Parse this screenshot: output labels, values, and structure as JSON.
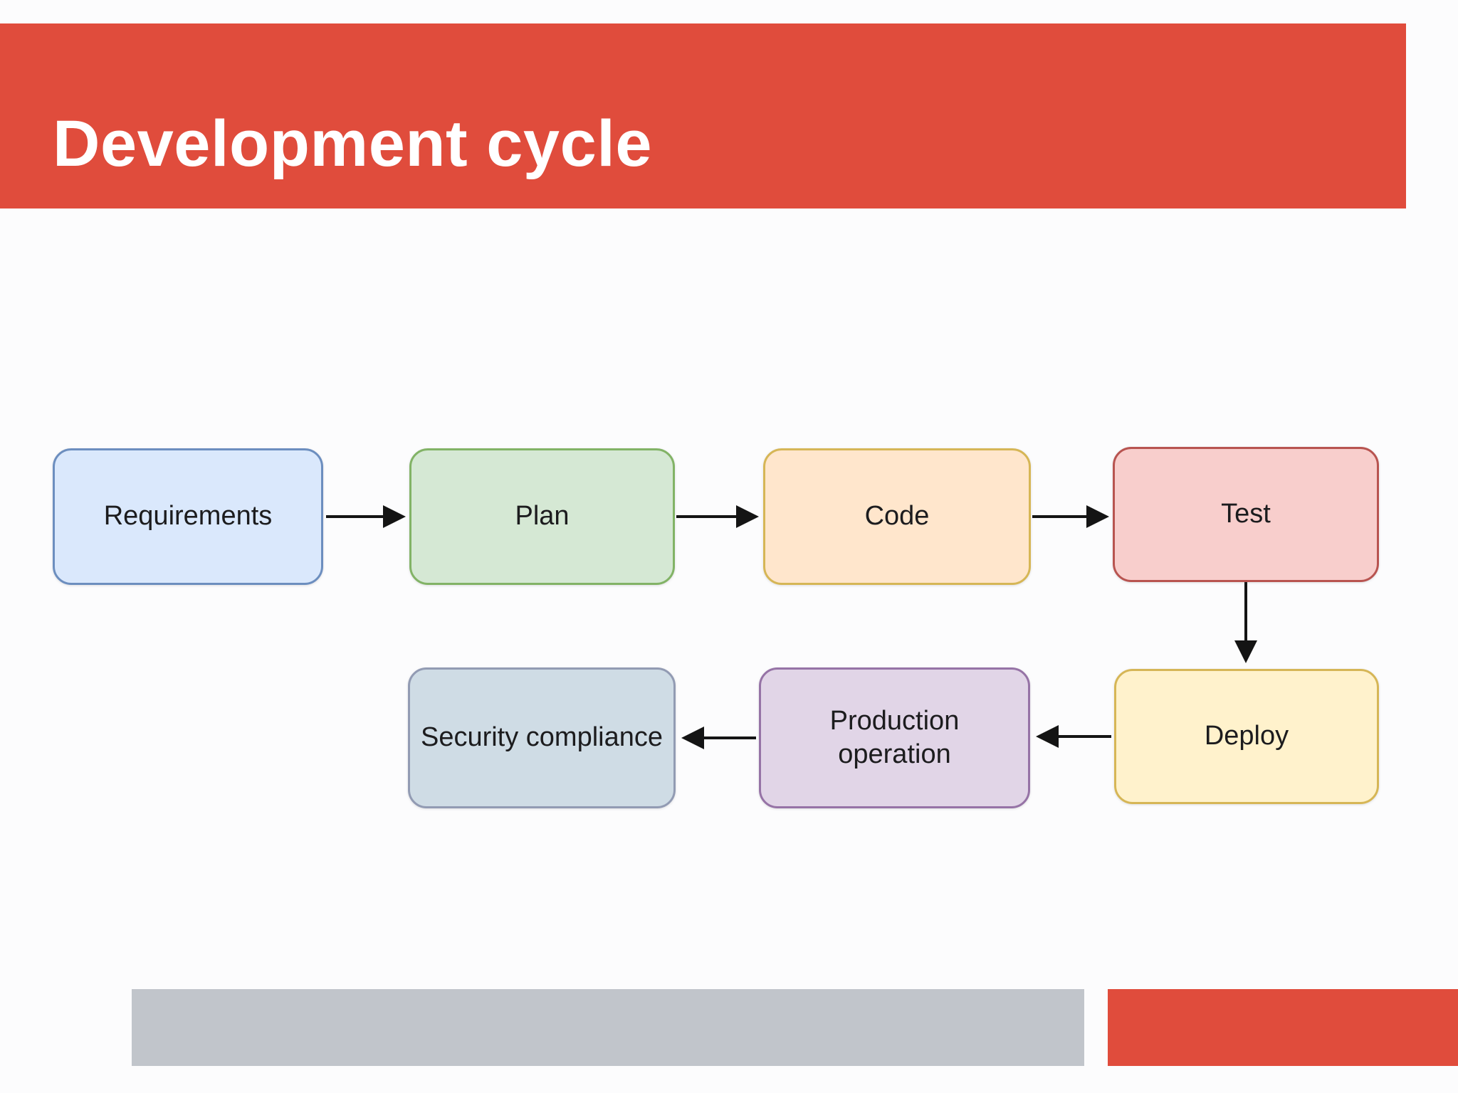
{
  "slide": {
    "title": "Development cycle"
  },
  "colors": {
    "accent_red": "#e04c3c",
    "footer_gray": "#c1c5cb",
    "arrow": "#141414",
    "node_text": "#1c1c1e",
    "background": "#fcfcfd",
    "title_text": "#ffffff"
  },
  "diagram": {
    "type": "flowchart",
    "nodes": [
      {
        "id": "requirements",
        "label": "Requirements",
        "fill": "#dae8fc",
        "border": "#6c8ebf"
      },
      {
        "id": "plan",
        "label": "Plan",
        "fill": "#d5e8d4",
        "border": "#82b366"
      },
      {
        "id": "code",
        "label": "Code",
        "fill": "#ffe6cc",
        "border": "#d6b656"
      },
      {
        "id": "test",
        "label": "Test",
        "fill": "#f8cecc",
        "border": "#b85450"
      },
      {
        "id": "deploy",
        "label": "Deploy",
        "fill": "#fff2cc",
        "border": "#d6b656"
      },
      {
        "id": "production-operation",
        "label": "Production\noperation",
        "fill": "#e1d5e7",
        "border": "#9673a6"
      },
      {
        "id": "security-compliance",
        "label": "Security compliance",
        "fill": "#cfdce5",
        "border": "#929bb3"
      }
    ],
    "edges": [
      {
        "from": "requirements",
        "to": "plan",
        "direction": "right"
      },
      {
        "from": "plan",
        "to": "code",
        "direction": "right"
      },
      {
        "from": "code",
        "to": "test",
        "direction": "right"
      },
      {
        "from": "test",
        "to": "deploy",
        "direction": "down"
      },
      {
        "from": "deploy",
        "to": "production-operation",
        "direction": "left"
      },
      {
        "from": "production-operation",
        "to": "security-compliance",
        "direction": "left"
      }
    ]
  }
}
